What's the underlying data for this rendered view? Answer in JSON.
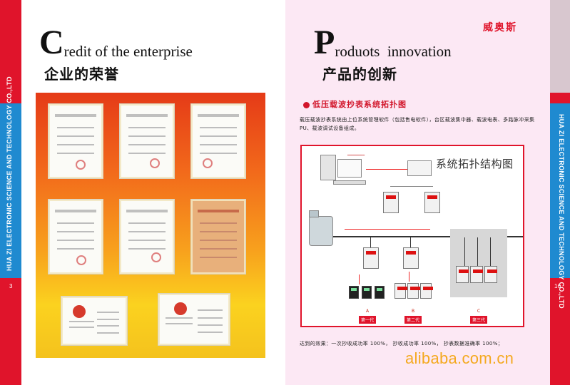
{
  "left": {
    "heading_en_cap": "C",
    "heading_en_rest": "redit of the enterprise",
    "heading_zh": "企业的荣誉",
    "page_number": "3",
    "side_text": "HUA ZI ELECTRONIC SCIENCE AND TECHNOLOGY CO.,LTD"
  },
  "right": {
    "brand_zh": "威奥斯",
    "heading_en_cap": "P",
    "heading_en_rest": "roduots  innovation",
    "heading_zh": "产品的创新",
    "page_number": "16",
    "side_text": "HUA ZI ELECTRONIC SCIENCE AND TECHNOLOGY CO.,LTD",
    "section_title": "低压载波抄表系统拓扑图",
    "description": "载压载波抄表系统由上位系统管理软件（包括售电软件），台区载波集中器、载波电表、多路脉冲采集PU、载波调试设备组成。",
    "diagram": {
      "title": "系统拓扑结构图",
      "label_a_letter": "A",
      "label_a_gen": "第一代",
      "label_b_letter": "B",
      "label_b_gen": "第二代",
      "label_c_letter": "C",
      "label_c_gen": "第三代"
    },
    "result_text": "达到的效果：一次抄收成功率  100%，  抄收成功率  100%，  抄表数据准确率  100%；"
  },
  "watermark": "alibaba.com.cn",
  "colors": {
    "accent_red": "#e0142b",
    "side_blue": "#1f8ad0",
    "watermark_orange": "#f4a91f",
    "right_page_bg": "#fce8f4"
  }
}
